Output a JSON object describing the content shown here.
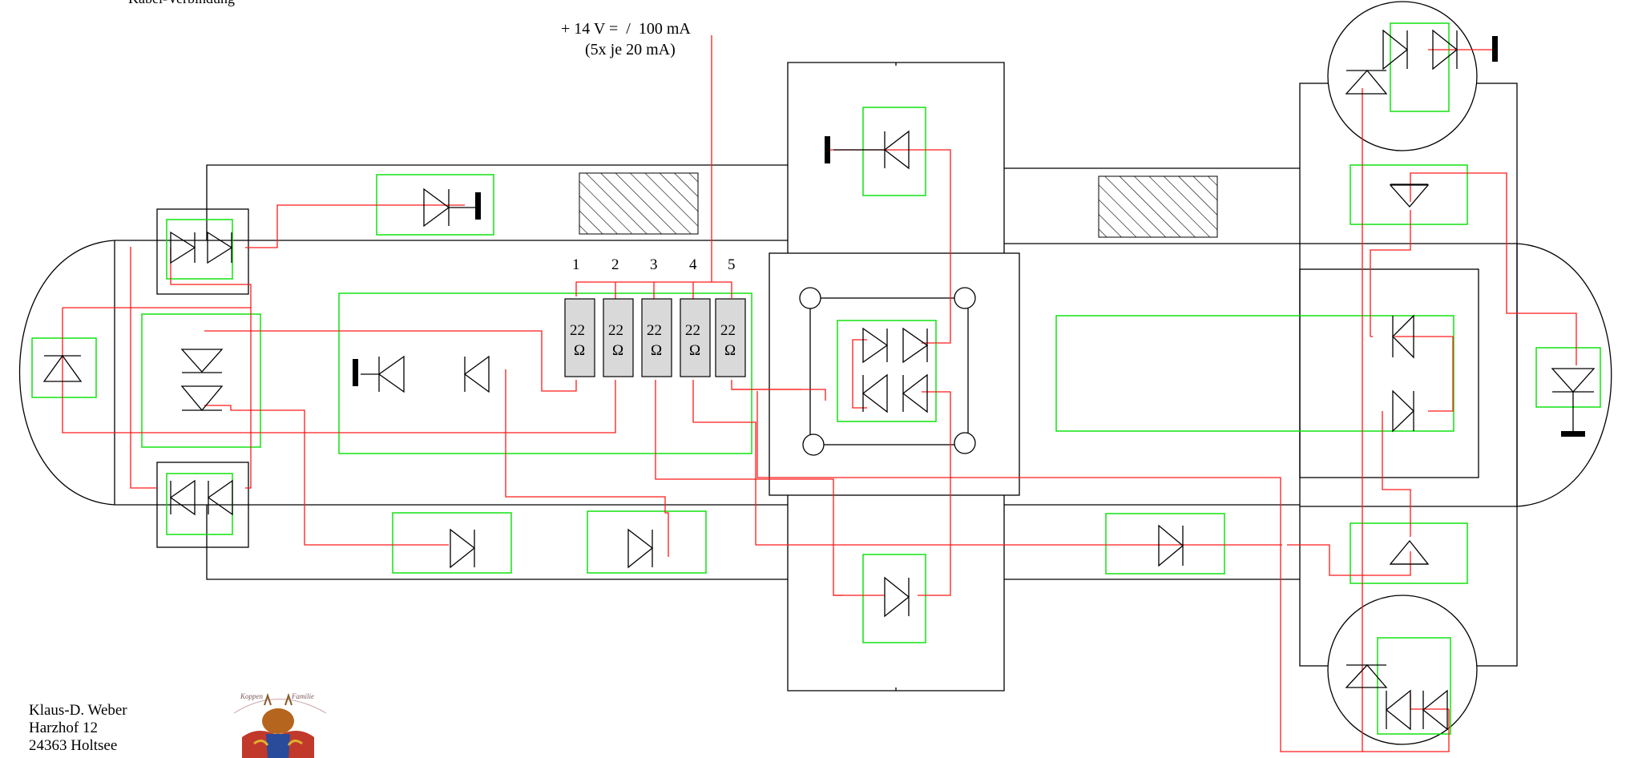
{
  "header": {
    "note_fragment": "Kabel-Verbindung"
  },
  "power": {
    "supply_label": "+ 14 V =  /  100 mA",
    "split_label": "(5x je 20 mA)"
  },
  "resistors": {
    "numbers": [
      "1",
      "2",
      "3",
      "4",
      "5"
    ],
    "value": "22",
    "unit": "Ω",
    "count": 5
  },
  "address": {
    "name": "Klaus-D. Weber",
    "street": "Harzhof 12",
    "city": "24363  Holtsee"
  },
  "crest": {
    "text": "Koppen Familie"
  },
  "colors": {
    "wire": "#ff1a1a",
    "module_box": "#00e000",
    "outline": "#000000",
    "resistor_fill": "#d9d9d9"
  }
}
